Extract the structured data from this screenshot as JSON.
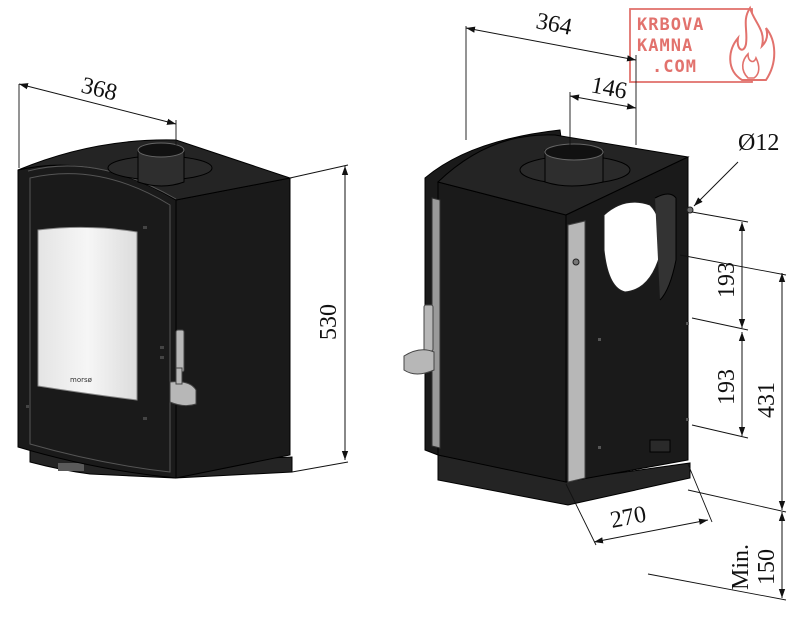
{
  "logo": {
    "line1": "KRBOVA",
    "line2": "KAMNA",
    "line3": ".COM",
    "color": "#e2726d"
  },
  "front_view": {
    "width_label": "368",
    "height_label": "530",
    "door_brand": "morsø"
  },
  "rear_view": {
    "depth_label": "364",
    "flue_offset_label": "146",
    "screw_label": "Ø12",
    "spacing_top_label": "193",
    "spacing_mid_label": "193",
    "total_height_label": "431",
    "rear_width_label": "270",
    "min_label": "Min.",
    "min_value_label": "150"
  }
}
